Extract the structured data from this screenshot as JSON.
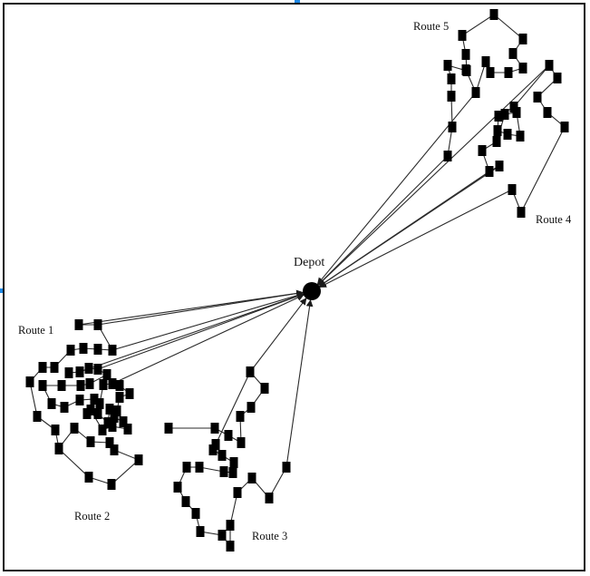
{
  "labels": {
    "depot": "Depot",
    "route1": "Route 1",
    "route2": "Route 2",
    "route3": "Route 3",
    "route4": "Route 4",
    "route5": "Route 5"
  },
  "colors": {
    "node": "#000000",
    "line": "#2a2a2a",
    "frame": "#111111",
    "marker": "#1e88e5"
  }
}
